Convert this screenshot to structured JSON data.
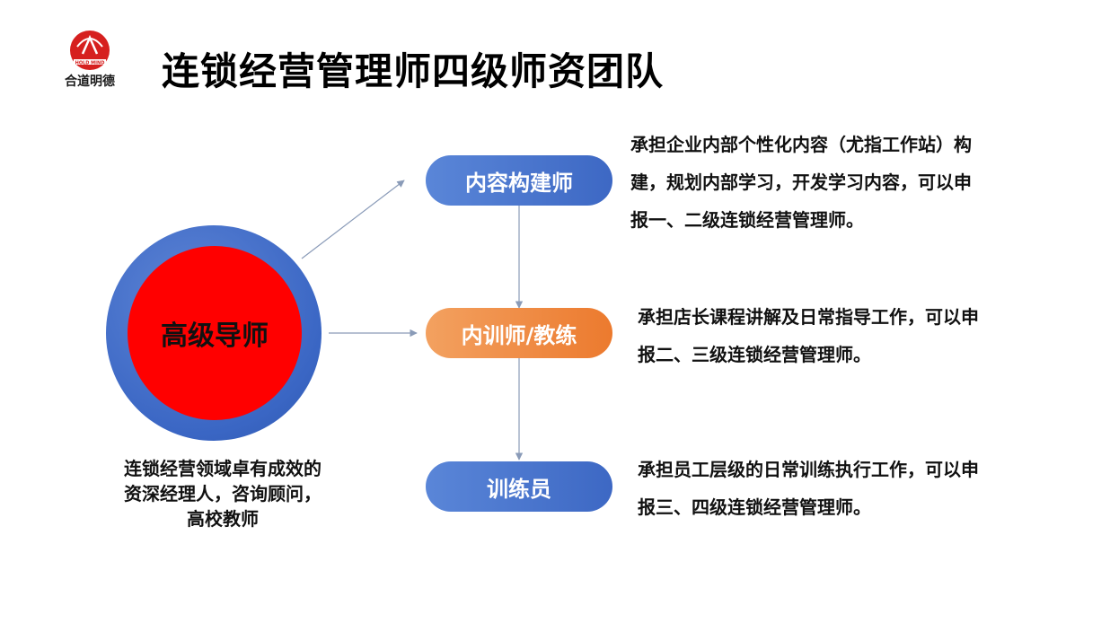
{
  "header": {
    "title": "连锁经营管理师四级师资团队",
    "logo_text": "合道明德",
    "logo_badge_text": "HOLD MIND"
  },
  "center": {
    "label": "高级导师",
    "caption": [
      "连锁经营领域卓有成效的",
      "资深经理人，咨询顾问，",
      "高校教师"
    ]
  },
  "roles": [
    {
      "label": "内容构建师",
      "description": [
        "承担企业内部个性化内容（尤指工作站）构",
        "建，规划内部学习，开发学习内容，可以申",
        "报一、二级连锁经营管理师。"
      ]
    },
    {
      "label": "内训师/教练",
      "description": [
        "承担店长课程讲解及日常指导工作，可以申",
        "报二、三级连锁经营管理师。"
      ]
    },
    {
      "label": "训练员",
      "description": [
        "承担员工层级的日常训练执行工作，可以申",
        "报三、四级连锁经营管理师。"
      ]
    }
  ],
  "colors": {
    "blue": "#3d68c4",
    "orange": "#ec7a2e",
    "red": "#ff0000",
    "arrow": "#8a9bb8"
  }
}
